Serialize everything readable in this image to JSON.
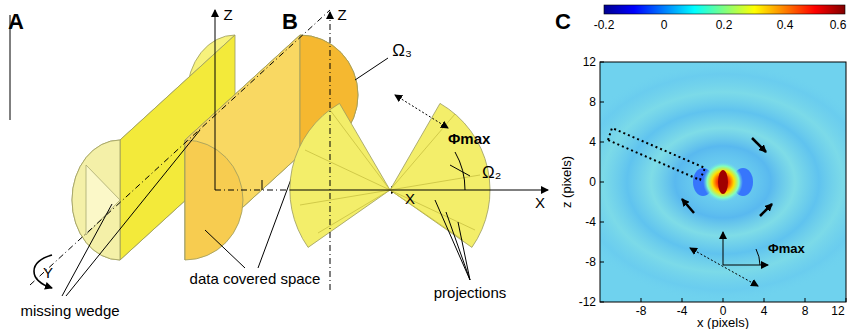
{
  "diagram": {
    "labels": [
      "A",
      "B",
      "C",
      "Z",
      "X",
      "Y",
      "Ω₃",
      "Z",
      "X",
      "Φmax",
      "Ω₂",
      "missing wedge",
      "data covered space",
      "projections",
      "-0.2",
      "0",
      "0.2",
      "0.4",
      "0.6",
      "12",
      "8",
      "4",
      "0",
      "-4",
      "-8",
      "-12",
      "-8",
      "-4",
      "0",
      "4",
      "8",
      "12",
      "z (pixels)",
      "x (pixels)",
      "Φmax"
    ]
  }
}
